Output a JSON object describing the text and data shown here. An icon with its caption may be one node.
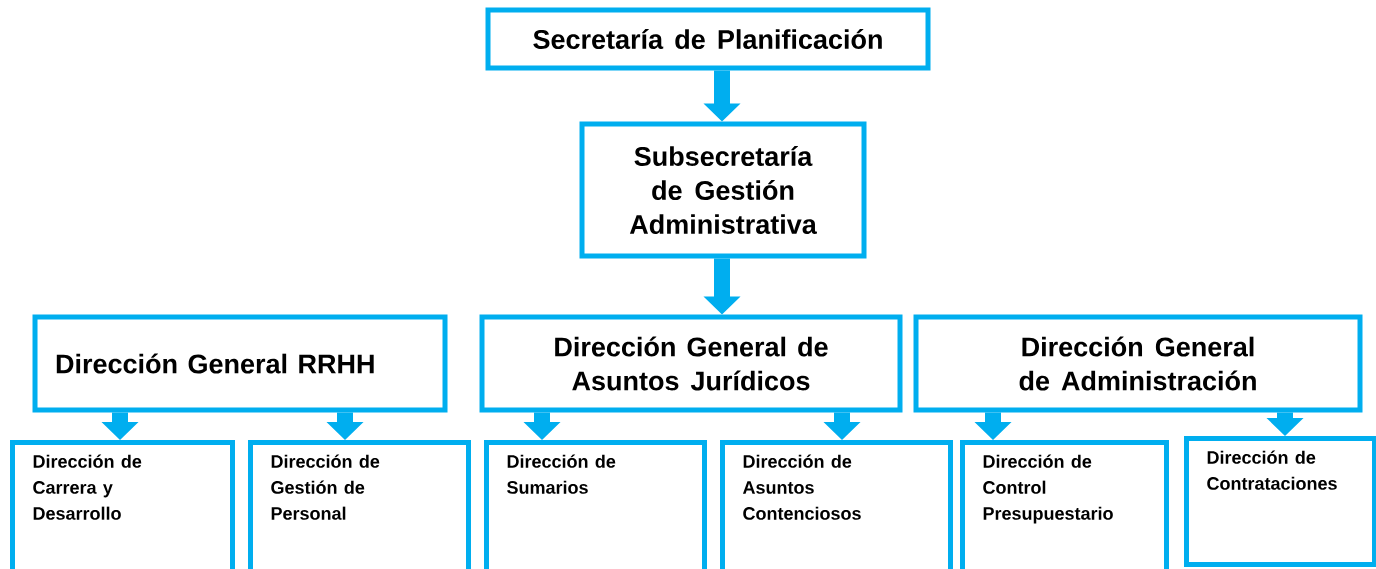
{
  "diagram": {
    "nodes": [
      {
        "text": [
          "Secretaría de Planificación"
        ]
      },
      {
        "text": [
          "Subsecretaría de Gestión Administrativa"
        ]
      },
      {
        "text": [
          "Dirección General RRHH"
        ]
      },
      {
        "text": [
          "Dirección General de Asuntos Jurídicos"
        ]
      },
      {
        "text": [
          "Dirección General de Administración"
        ]
      },
      {
        "text": [
          "Dirección de Carrera y Desarrollo"
        ]
      },
      {
        "text": [
          "Dirección de Gestión de Personal"
        ]
      },
      {
        "text": [
          "Dirección de Sumarios"
        ]
      },
      {
        "text": [
          "Dirección de Asuntos Contenciosos"
        ]
      },
      {
        "text": [
          "Dirección de Control Presupuestario"
        ]
      },
      {
        "text": [
          "Dirección de Contrataciones"
        ]
      }
    ],
    "edges": [
      {
        "from": 0,
        "to": 1,
        "arrow": "to"
      },
      {
        "from": 1,
        "to": 3,
        "arrow": "to"
      },
      {
        "from": 2,
        "to": 5,
        "arrow": "to"
      },
      {
        "from": 2,
        "to": 6,
        "arrow": "to"
      },
      {
        "from": 3,
        "to": 7,
        "arrow": "to"
      },
      {
        "from": 3,
        "to": 8,
        "arrow": "to"
      },
      {
        "from": 4,
        "to": 9,
        "arrow": "to"
      },
      {
        "from": 4,
        "to": 10,
        "arrow": "to"
      }
    ]
  }
}
